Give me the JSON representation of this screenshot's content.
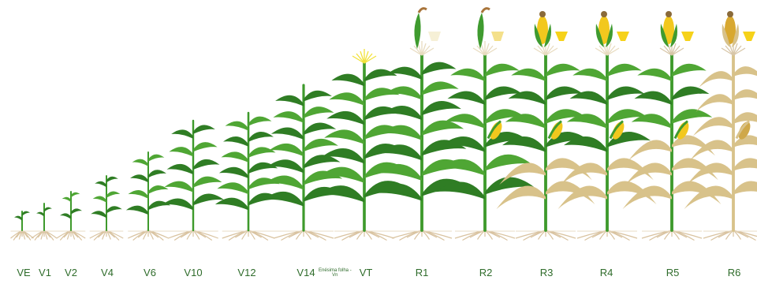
{
  "stages": [
    {
      "id": "ve",
      "label": "VE",
      "ear": false
    },
    {
      "id": "v1",
      "label": "V1",
      "ear": false
    },
    {
      "id": "v2",
      "label": "V2",
      "ear": false
    },
    {
      "id": "v4",
      "label": "V4",
      "ear": false
    },
    {
      "id": "v6",
      "label": "V6",
      "ear": false
    },
    {
      "id": "v10",
      "label": "V10",
      "ear": false
    },
    {
      "id": "v12",
      "label": "V12",
      "ear": false
    },
    {
      "id": "v14",
      "label": "V14",
      "ear": false
    },
    {
      "id": "vt",
      "label": "VT",
      "ear": false
    },
    {
      "id": "r1",
      "label": "R1",
      "ear": true
    },
    {
      "id": "r2",
      "label": "R2",
      "ear": true
    },
    {
      "id": "r3",
      "label": "R3",
      "ear": true
    },
    {
      "id": "r4",
      "label": "R4",
      "ear": true
    },
    {
      "id": "r5",
      "label": "R5",
      "ear": true
    },
    {
      "id": "r6",
      "label": "R6",
      "ear": true
    }
  ],
  "vn_note": {
    "line1": "Enésima folha -",
    "line2": "Vn"
  },
  "colors": {
    "label": "#2f6c2b",
    "leaf": "#4fa634",
    "leaf_dark": "#2f7d24",
    "stem": "#3e9a2c",
    "tassel": "#f2e23a",
    "root": "#d9c3a0",
    "ear_husk": "#3f9b2f",
    "kernel": "#f2c81e",
    "dry_leaf": "#d8c28a"
  }
}
